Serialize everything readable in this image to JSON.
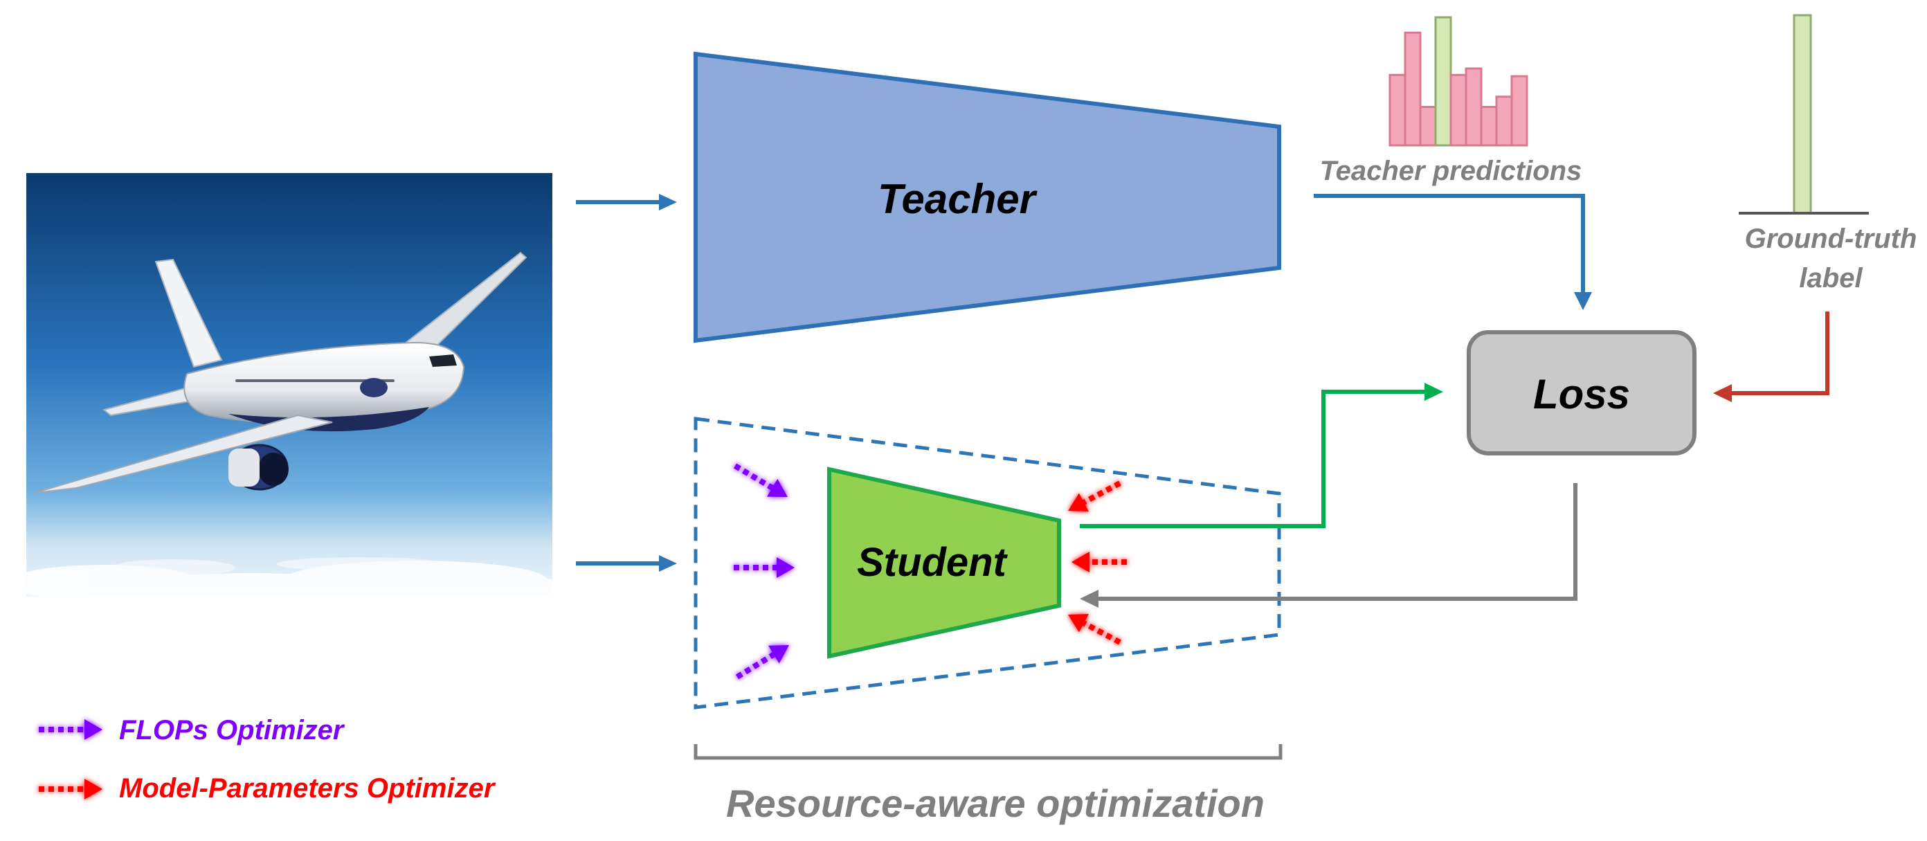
{
  "labels": {
    "teacher": "Teacher",
    "student": "Student",
    "loss": "Loss",
    "teacher_predictions": "Teacher predictions",
    "ground_truth_line1": "Ground-truth",
    "ground_truth_line2": "label",
    "resource_aware": "Resource-aware optimization"
  },
  "legend": {
    "flops": "FLOPs Optimizer",
    "params": "Model-Parameters Optimizer"
  },
  "colors": {
    "teacher_fill": "#8eaadb",
    "teacher_stroke": "#2f6fb5",
    "student_fill": "#92d050",
    "student_stroke": "#1fa84a",
    "loss_fill": "#c9c9c9",
    "loss_stroke": "#7f7f7f",
    "blue_arrow": "#2e75b6",
    "green_arrow": "#00b050",
    "red_arrow": "#c0392b",
    "gray_arrow": "#808080",
    "flops": "#8000ff",
    "params": "#ff0000",
    "pred_bar_fill": "#f4a7b9",
    "pred_bar_stroke": "#d9798f",
    "gt_bar_fill": "#d5e8b5",
    "gt_bar_stroke": "#8faa6c",
    "caption_gray": "#7f7f7f"
  },
  "teacher_predictions_bars": [
    0.55,
    0.88,
    0.3,
    1.0,
    0.55,
    0.6,
    0.3,
    0.38,
    0.54
  ],
  "teacher_predictions_highlight_index": 3,
  "ground_truth_bar": 1.0,
  "image": {
    "description_icon": "airplane-photo"
  }
}
